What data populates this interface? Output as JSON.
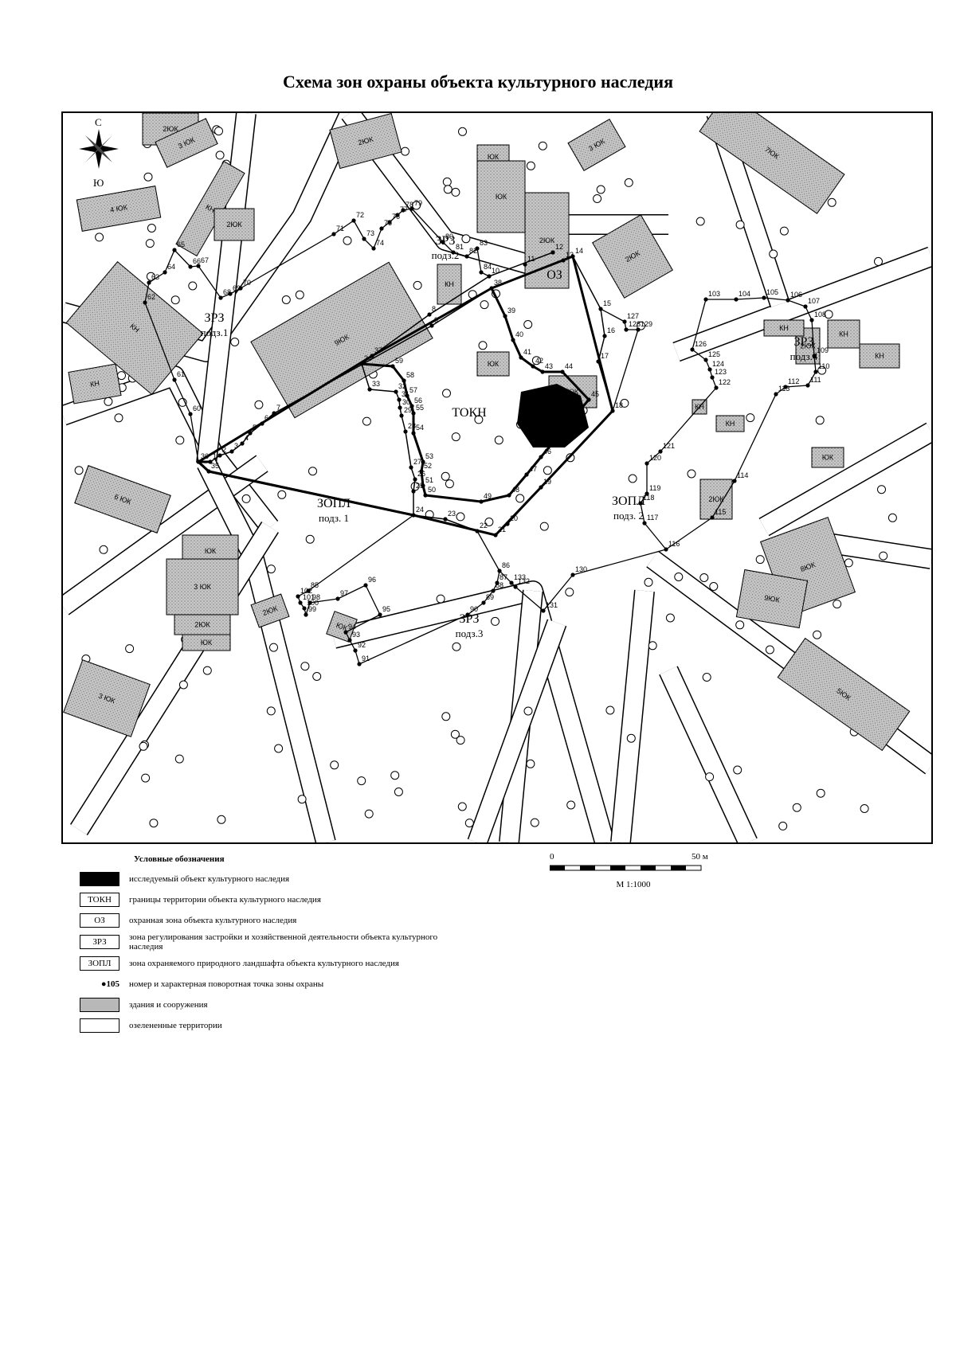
{
  "title": "Схема зон охраны объекта культурного наследия",
  "map": {
    "compass": {
      "north": "С",
      "south": "Ю"
    },
    "zones": [
      {
        "id": "zrz1",
        "name": "ЗРЗ",
        "sub": "подз.1"
      },
      {
        "id": "zrz2",
        "name": "ЗРЗ",
        "sub": "подз.2"
      },
      {
        "id": "zrz3",
        "name": "ЗРЗ",
        "sub": "подз.3"
      },
      {
        "id": "zrz4",
        "name": "ЗРЗ",
        "sub": "подз.4"
      },
      {
        "id": "zopl1",
        "name": "ЗОПЛ",
        "sub": "подз. 1"
      },
      {
        "id": "zopl2",
        "name": "ЗОПЛ",
        "sub": "подз. 2"
      },
      {
        "id": "okn",
        "name": "ТОКН",
        "sub": ""
      },
      {
        "id": "oz",
        "name": "ОЗ",
        "sub": ""
      }
    ],
    "buildings": [
      "2ЮК",
      "2ЮК",
      "3 ЮК",
      "4 ЮК",
      "КН",
      "ЮК",
      "3 ЮК",
      "7ЮК",
      "ЮК",
      "9ЮК",
      "2ЮК",
      "КН",
      "КН",
      "6 ЮК",
      "ЮК",
      "3 ЮК",
      "2ЮК",
      "ЮК",
      "2ЮК",
      "ЮК",
      "КН",
      "2ЮК",
      "2ЮК",
      "КН",
      "2ЮК",
      "КН",
      "КН",
      "2ЮК",
      "8ЮК",
      "9ЮК",
      "5ЮК",
      "3 ЮК",
      "КН",
      "ЮК",
      "ЮК",
      "ЮК",
      "КН"
    ],
    "points": [
      "1",
      "2",
      "3",
      "4",
      "5",
      "6",
      "7",
      "8",
      "9",
      "10",
      "11",
      "12",
      "13",
      "14",
      "15",
      "16",
      "17",
      "18",
      "19",
      "20",
      "21",
      "22",
      "23",
      "24",
      "25",
      "26",
      "27",
      "28",
      "29",
      "30",
      "31",
      "32",
      "33",
      "34",
      "35",
      "36",
      "37",
      "38",
      "39",
      "40",
      "41",
      "42",
      "43",
      "44",
      "45",
      "46",
      "47",
      "48",
      "49",
      "50",
      "51",
      "52",
      "53",
      "54",
      "55",
      "56",
      "57",
      "58",
      "59",
      "60",
      "61",
      "62",
      "63",
      "64",
      "65",
      "66",
      "67",
      "68",
      "69",
      "70",
      "71",
      "72",
      "73",
      "74",
      "75",
      "76",
      "77",
      "78",
      "79",
      "80",
      "81",
      "82",
      "83",
      "84",
      "85",
      "86",
      "87",
      "88",
      "89",
      "90",
      "91",
      "92",
      "93",
      "94",
      "95",
      "96",
      "97",
      "98",
      "99",
      "100",
      "101",
      "102",
      "103",
      "104",
      "105",
      "106",
      "107",
      "108",
      "109",
      "110",
      "111",
      "112",
      "113",
      "114",
      "115",
      "116",
      "117",
      "118",
      "119",
      "120",
      "121",
      "122",
      "123",
      "124",
      "125",
      "126",
      "127",
      "128",
      "129",
      "130",
      "131",
      "132",
      "133"
    ]
  },
  "legend": {
    "title": "Условные обозначения",
    "items": [
      {
        "symbol": "",
        "style": "black",
        "text": "исследуемый объект культурного наследия"
      },
      {
        "symbol": "ТОКН",
        "style": "box",
        "text": "границы территории объекта культурного наследия"
      },
      {
        "symbol": "ОЗ",
        "style": "box",
        "text": "охранная зона объекта культурного наследия"
      },
      {
        "symbol": "ЗРЗ",
        "style": "box",
        "text": "зона регулирования застройки и хозяйственной деятельности объекта культурного наследия"
      },
      {
        "symbol": "ЗОПЛ",
        "style": "box",
        "text": "зона охраняемого природного ландшафта объекта культурного наследия"
      },
      {
        "symbol": "●105",
        "style": "dot",
        "text": "номер и характерная поворотная точка зоны охраны"
      },
      {
        "symbol": "",
        "style": "grey",
        "text": "здания и сооружения"
      },
      {
        "symbol": "",
        "style": "white",
        "text": "озелененные территории"
      }
    ]
  },
  "scale": {
    "start": "0",
    "end": "50 м",
    "ratio": "М 1:1000"
  },
  "colors": {
    "building": "#b8b8b8",
    "object": "#000000",
    "road": "#ffffff",
    "line": "#000000"
  }
}
